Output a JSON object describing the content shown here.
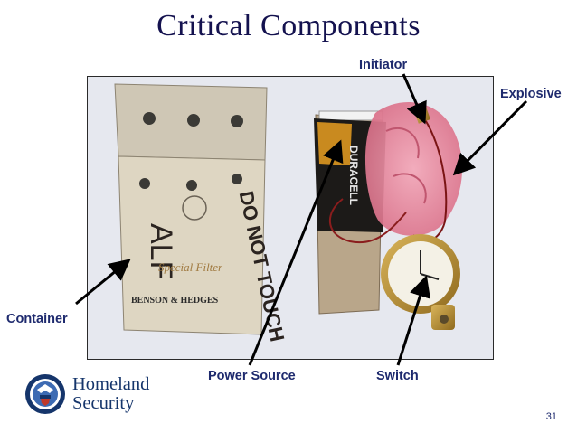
{
  "slide": {
    "title": "Critical Components",
    "page_number": "31"
  },
  "callouts": {
    "initiator": "Initiator",
    "explosive": "Explosive",
    "container": "Container",
    "power_source": "Power Source",
    "switch": "Switch"
  },
  "photo": {
    "box_lettering": {
      "alf": "ALF",
      "do_not_touch": "DO NOT TOUCH",
      "brand": "BENSON & HEDGES",
      "special": "Special Filter"
    },
    "battery_label": "DURACELL"
  },
  "logo": {
    "line1": "Homeland",
    "line2": "Security"
  },
  "colors": {
    "title": "#14124f",
    "callout_text": "#1e2a6e",
    "logo_text": "#15356b"
  }
}
